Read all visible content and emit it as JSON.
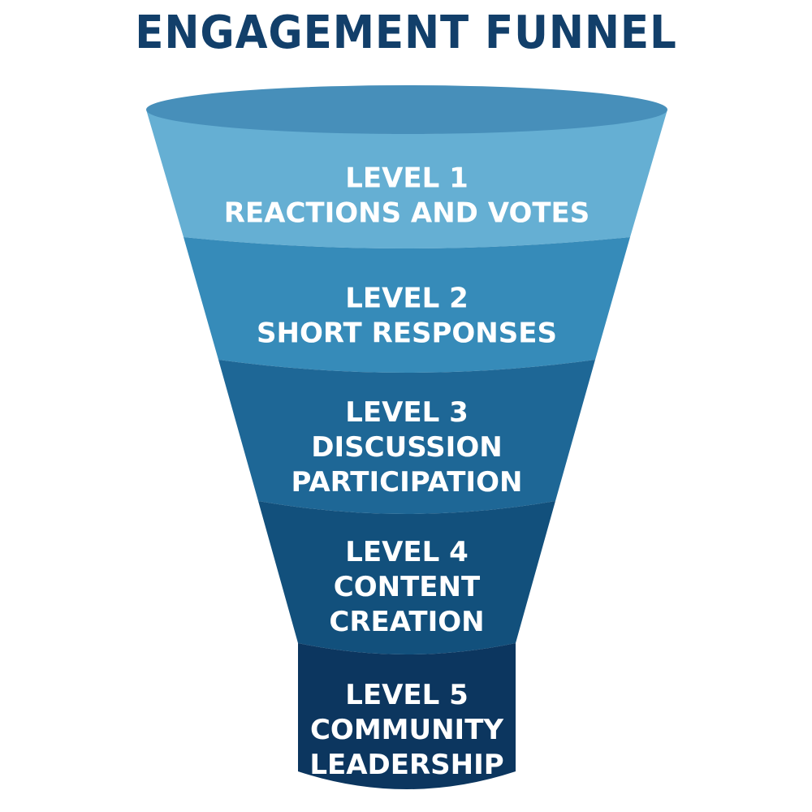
{
  "title": "ENGAGEMENT FUNNEL",
  "levels": [
    {
      "level": "LEVEL 1",
      "lines": [
        "REACTIONS AND VOTES"
      ],
      "color": "#65afd3"
    },
    {
      "level": "LEVEL 2",
      "lines": [
        "SHORT RESPONSES"
      ],
      "color": "#368bb9"
    },
    {
      "level": "LEVEL 3",
      "lines": [
        "DISCUSSION",
        "PARTICIPATION"
      ],
      "color": "#1e6796"
    },
    {
      "level": "LEVEL 4",
      "lines": [
        "CONTENT",
        "CREATION"
      ],
      "color": "#12507c"
    },
    {
      "level": "LEVEL 5",
      "lines": [
        "COMMUNITY",
        "LEADERSHIP"
      ],
      "color": "#0c365f"
    }
  ],
  "top_rim_color": "#478fba",
  "title_color": "#123f6a"
}
